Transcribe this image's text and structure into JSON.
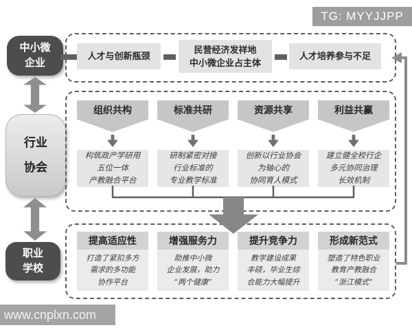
{
  "watermarks": {
    "top": "TG: MYYJJPP",
    "bottom": "www.cnplxn.com"
  },
  "actors": {
    "sme": "中小微\n企业",
    "association": "行业\n协会",
    "school": "职业\n学校"
  },
  "top_row": {
    "items": [
      "人才与创新瓶颈",
      "民营经济发祥地\n中小微企业占主体",
      "人才培养参与不足"
    ]
  },
  "middle_columns": [
    {
      "header": "组织共构",
      "desc": "构筑政产学研用\n五位一体\n产教融合平台"
    },
    {
      "header": "标准共研",
      "desc": "研制紧密对接\n行业标准的\n专业教学标准"
    },
    {
      "header": "资源共享",
      "desc": "创新以行业协会\n为轴心的\n协同育人模式"
    },
    {
      "header": "利益共赢",
      "desc": "建立健全校行企\n多元协同治理\n长效机制"
    }
  ],
  "bottom_columns": [
    {
      "header": "提高适应性",
      "desc": "打造了紧扣多方\n需求的多功能\n协作平台"
    },
    {
      "header": "增强服务力",
      "desc": "助推中小微\n企业发展，助力\n“两个健康”"
    },
    {
      "header": "提升竞争力",
      "desc": "教学建设成果\n丰硕，毕业生综\n合能力大幅提升"
    },
    {
      "header": "形成新范式",
      "desc": "塑造了特色职业\n教育产教融合\n“浙江模式”"
    }
  ],
  "colors": {
    "dark_node_bg": "#4d4d4d",
    "light_node_bg": "#d9d9d9",
    "arrow_gray": "#8e8e8e",
    "connector_dark": "#606060",
    "dashed_border": "#5c5c5c",
    "problem_box_bg": "#e3e3e3",
    "banner_bg": "#c6c6c6",
    "desc_box_bg": "#e6e6e6",
    "watermark_bg": "#9e9e9e"
  }
}
